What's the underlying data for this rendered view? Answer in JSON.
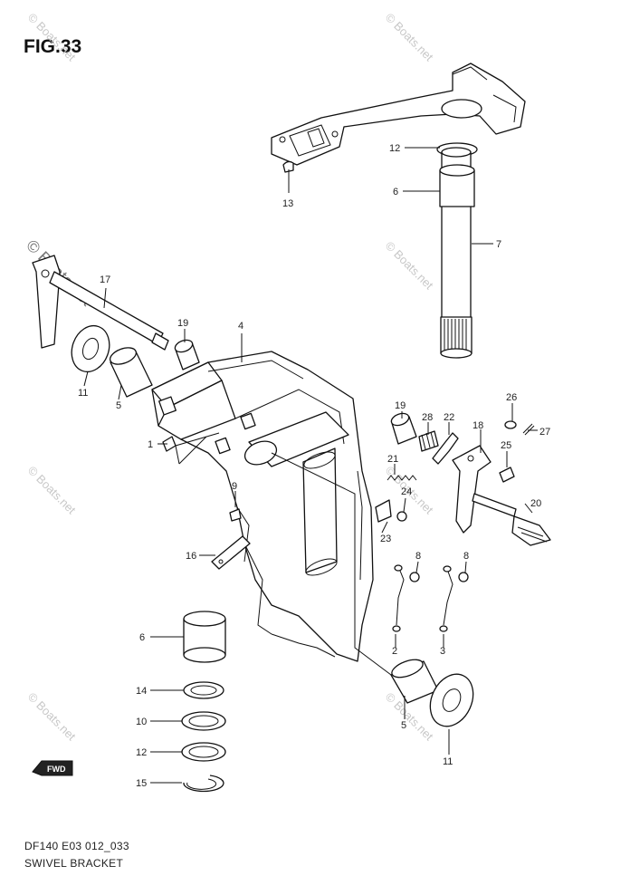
{
  "figure": {
    "title": "FIG.33",
    "model_code": "DF140 E03 012_033",
    "caption": "SWIVEL BRACKET"
  },
  "watermark": {
    "text": "© Boats.net"
  },
  "front_marker": {
    "text": "FWD"
  },
  "callouts": [
    "1",
    "2",
    "3",
    "4",
    "5",
    "5",
    "6",
    "6",
    "7",
    "8",
    "8",
    "9",
    "10",
    "11",
    "11",
    "12",
    "12",
    "13",
    "14",
    "15",
    "16",
    "17",
    "18",
    "19",
    "19",
    "20",
    "21",
    "22",
    "23",
    "24",
    "25",
    "26",
    "27",
    "28"
  ]
}
